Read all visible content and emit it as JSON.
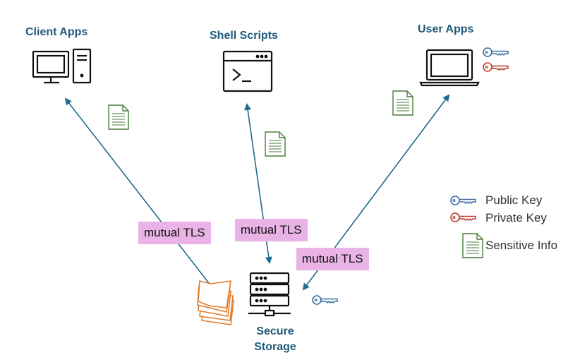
{
  "nodes": {
    "client_apps": "Client Apps",
    "shell_scripts": "Shell Scripts",
    "user_apps": "User Apps",
    "secure_storage_line1": "Secure",
    "secure_storage_line2": "Storage"
  },
  "links": {
    "client_label": "mutual TLS",
    "shell_label": "mutual TLS",
    "user_label": "mutual TLS"
  },
  "legend": {
    "public_key": "Public Key",
    "private_key": "Private Key",
    "sensitive_info": "Sensitive Info"
  },
  "colors": {
    "arrow": "#1f6b8e",
    "title": "#1f5a7a",
    "tls_bg": "#e9b3e6",
    "public_key": "#3a6ea5",
    "private_key": "#c0392b",
    "document": "#4a7c3a",
    "sticky_notes": "#e07b2a"
  }
}
